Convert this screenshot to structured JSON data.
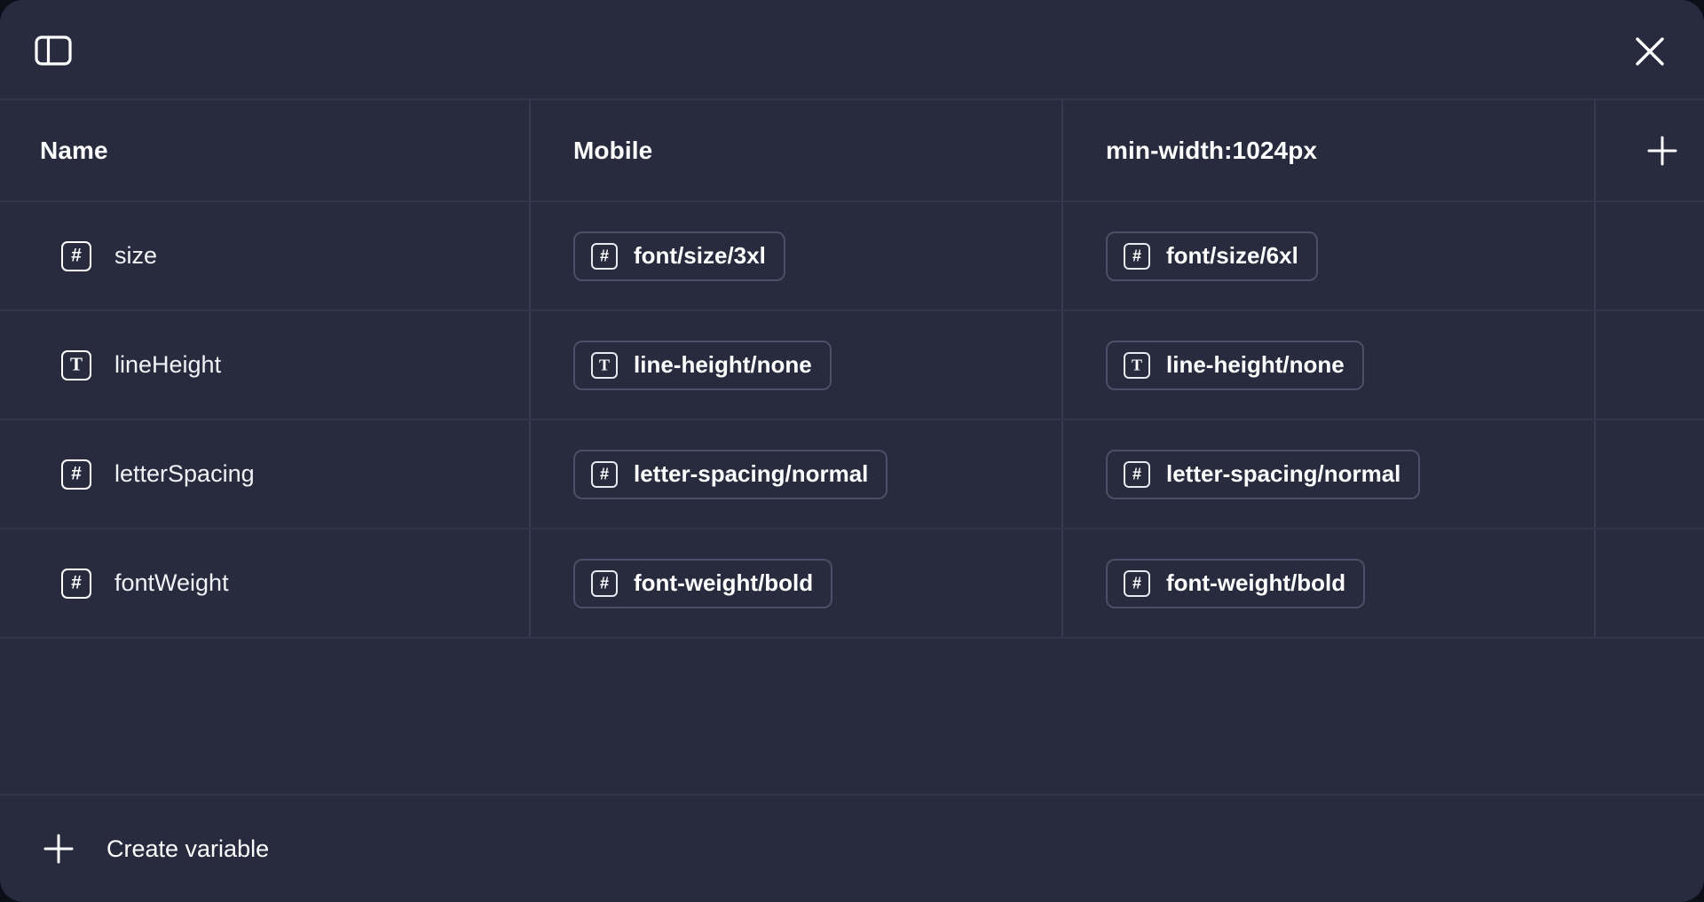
{
  "window": {
    "background": "#0d0f18",
    "panel_background": "#272b3d",
    "border_color": "#353a50",
    "text_color": "#ffffff"
  },
  "topbar": {
    "panel_toggle_icon": "panel-left-icon",
    "close_icon": "close-icon"
  },
  "table": {
    "columns": [
      {
        "label": "Name",
        "key": "name"
      },
      {
        "label": "Mobile",
        "key": "mobile"
      },
      {
        "label": "min-width:1024px",
        "key": "desktop"
      }
    ],
    "add_column_icon": "plus-icon",
    "rows": [
      {
        "type_icon": "number-type-icon",
        "type_glyph": "#",
        "name": "size",
        "mobile": {
          "type_glyph": "#",
          "type_icon": "number-type-icon",
          "value": "font/size/3xl"
        },
        "desktop": {
          "type_glyph": "#",
          "type_icon": "number-type-icon",
          "value": "font/size/6xl"
        }
      },
      {
        "type_icon": "text-type-icon",
        "type_glyph": "T",
        "name": "lineHeight",
        "mobile": {
          "type_glyph": "T",
          "type_icon": "text-type-icon",
          "value": "line-height/none"
        },
        "desktop": {
          "type_glyph": "T",
          "type_icon": "text-type-icon",
          "value": "line-height/none"
        }
      },
      {
        "type_icon": "number-type-icon",
        "type_glyph": "#",
        "name": "letterSpacing",
        "mobile": {
          "type_glyph": "#",
          "type_icon": "number-type-icon",
          "value": "letter-spacing/normal"
        },
        "desktop": {
          "type_glyph": "#",
          "type_icon": "number-type-icon",
          "value": "letter-spacing/normal"
        }
      },
      {
        "type_icon": "number-type-icon",
        "type_glyph": "#",
        "name": "fontWeight",
        "mobile": {
          "type_glyph": "#",
          "type_icon": "number-type-icon",
          "value": "font-weight/bold"
        },
        "desktop": {
          "type_glyph": "#",
          "type_icon": "number-type-icon",
          "value": "font-weight/bold"
        }
      }
    ]
  },
  "footer": {
    "create_label": "Create variable",
    "create_icon": "plus-icon"
  }
}
